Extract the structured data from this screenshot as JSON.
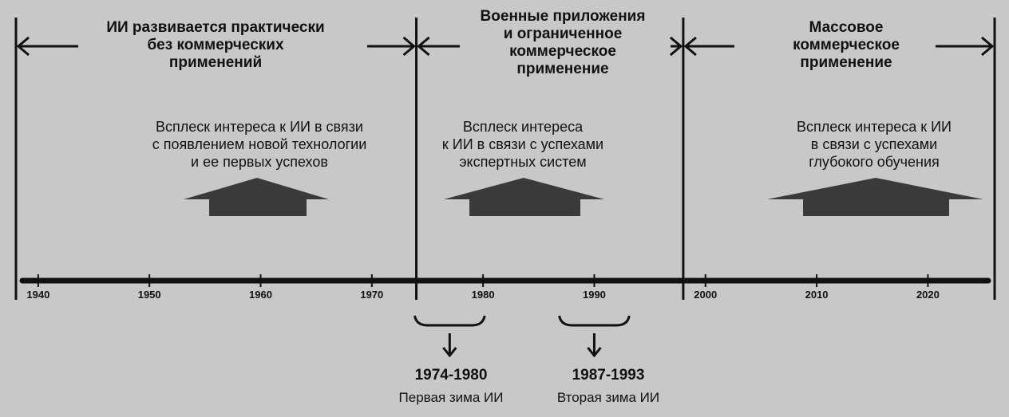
{
  "periods": [
    {
      "label_lines": [
        "ИИ развивается практически",
        "без коммерческих",
        "применений"
      ],
      "boom_lines": [
        "Всплеск интереса к ИИ в связи",
        "с появлением новой технологии",
        "и ее первых успехов"
      ]
    },
    {
      "label_lines": [
        "Военные приложения",
        "и ограниченное",
        "коммерческое",
        "применение"
      ],
      "boom_lines": [
        "Всплеск интереса",
        "к ИИ в связи с успехами",
        "экспертных систем"
      ]
    },
    {
      "label_lines": [
        "Массовое",
        "коммерческое",
        "применение"
      ],
      "boom_lines": [
        "Всплеск интереса к ИИ",
        "в связи с успехами",
        "глубокого обучения"
      ]
    }
  ],
  "timeline": {
    "range": [
      1938,
      2026
    ],
    "ticks": [
      "1940",
      "1950",
      "1960",
      "1970",
      "1980",
      "1990",
      "2000",
      "2010",
      "2020"
    ],
    "dividers": [
      1938,
      1974,
      1998,
      2026
    ]
  },
  "winters": [
    {
      "start": 1974,
      "end": 1980,
      "years": "1974-1980",
      "name": "Первая зима ИИ"
    },
    {
      "start": 1987,
      "end": 1993,
      "years": "1987-1993",
      "name": "Вторая зима ИИ"
    }
  ],
  "colors": {
    "background": "#c8c8c8",
    "ink": "#111111",
    "arrow_fill": "#3a3a3a"
  }
}
